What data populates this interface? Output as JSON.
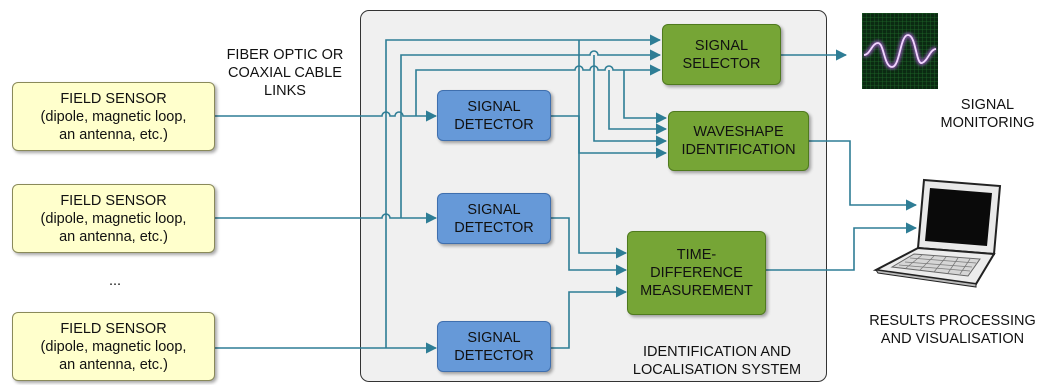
{
  "sensors": [
    {
      "title": "FIELD SENSOR",
      "line2": "(dipole, magnetic loop,",
      "line3": "an antenna, etc.)"
    },
    {
      "title": "FIELD SENSOR",
      "line2": "(dipole, magnetic loop,",
      "line3": "an antenna, etc.)"
    },
    {
      "title": "FIELD SENSOR",
      "line2": "(dipole, magnetic loop,",
      "line3": "an antenna, etc.)"
    }
  ],
  "ellipsis": "...",
  "links_label": {
    "line1": "FIBER OPTIC OR",
    "line2": "COAXIAL CABLE",
    "line3": "LINKS"
  },
  "detectors": [
    {
      "line1": "SIGNAL",
      "line2": "DETECTOR"
    },
    {
      "line1": "SIGNAL",
      "line2": "DETECTOR"
    },
    {
      "line1": "SIGNAL",
      "line2": "DETECTOR"
    }
  ],
  "selector": {
    "line1": "SIGNAL",
    "line2": "SELECTOR"
  },
  "waveshape": {
    "line1": "WAVESHAPE",
    "line2": "IDENTIFICATION"
  },
  "tdm": {
    "line1": "TIME-",
    "line2": "DIFFERENCE",
    "line3": "MEASUREMENT"
  },
  "system_label": {
    "line1": "IDENTIFICATION AND",
    "line2": "LOCALISATION SYSTEM"
  },
  "monitoring_label": {
    "line1": "SIGNAL",
    "line2": "MONITORING"
  },
  "results_label": {
    "line1": "RESULTS PROCESSING",
    "line2": "AND VISUALISATION"
  },
  "colors": {
    "wire": "#2e7d95",
    "sensor_fill": "#ffffcc",
    "detector_fill": "#6699d8",
    "module_fill": "#76a536",
    "scope_wave": "#cc66ff"
  },
  "icons": {
    "monitor": "oscilloscope-icon",
    "laptop": "laptop-icon"
  }
}
